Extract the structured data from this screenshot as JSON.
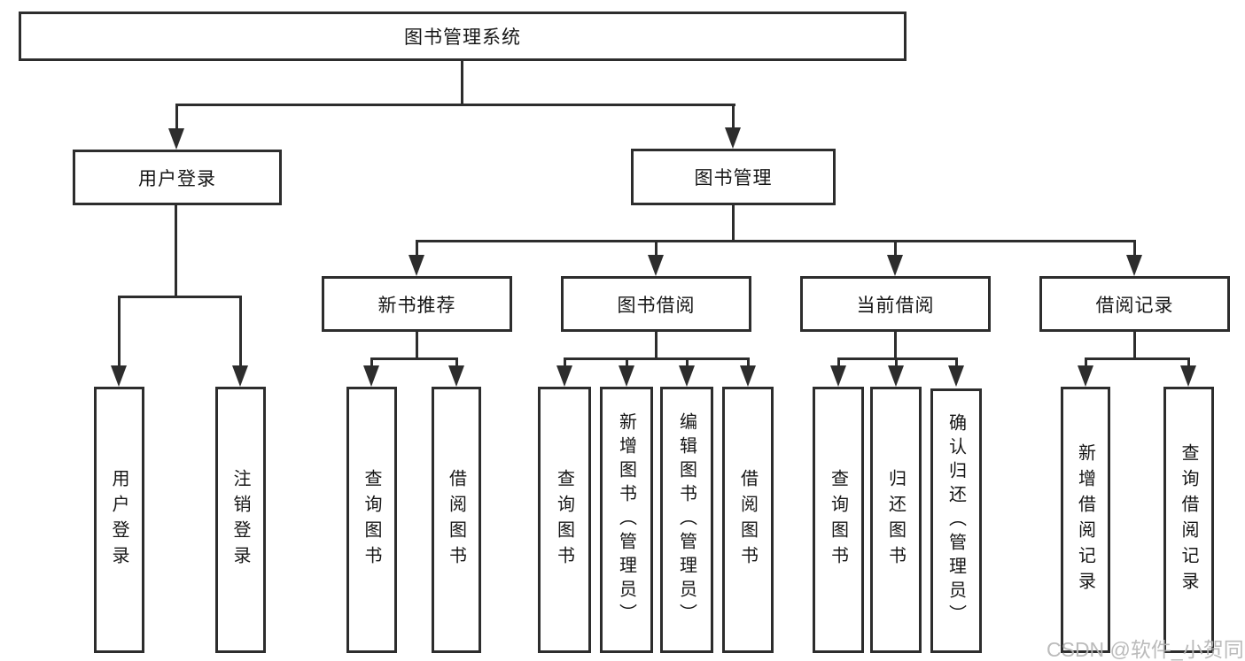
{
  "diagram": {
    "title": "图书管理系统",
    "nodes": {
      "root": {
        "label": "图书管理系统"
      },
      "user_login": {
        "label": "用户登录"
      },
      "book_mgmt": {
        "label": "图书管理"
      },
      "new_book_rec": {
        "label": "新书推荐"
      },
      "book_borrow": {
        "label": "图书借阅"
      },
      "current_borrow": {
        "label": "当前借阅"
      },
      "borrow_records": {
        "label": "借阅记录"
      },
      "leaf_user_login": {
        "label": "用户登录"
      },
      "leaf_logout": {
        "label": "注销登录"
      },
      "leaf_query_book_rec": {
        "label": "查询图书"
      },
      "leaf_borrow_book_rec": {
        "label": "借阅图书"
      },
      "leaf_query_book_borrow": {
        "label": "查询图书"
      },
      "leaf_add_book": {
        "label": "新增图书（管理员）"
      },
      "leaf_edit_book": {
        "label": "编辑图书（管理员）"
      },
      "leaf_borrow_book_borrow": {
        "label": "借阅图书"
      },
      "leaf_query_book_current": {
        "label": "查询图书"
      },
      "leaf_return_book": {
        "label": "归还图书"
      },
      "leaf_confirm_return": {
        "label": "确认归还（管理员）"
      },
      "leaf_add_borrow_record": {
        "label": "新增借阅记录"
      },
      "leaf_query_borrow_record": {
        "label": "查询借阅记录"
      }
    },
    "colors": {
      "line": "#2d2d2d",
      "box_border": "#2d2d2d",
      "text": "#161616",
      "background": "#ffffff",
      "watermark": "#b6b6b6"
    }
  },
  "watermark": {
    "text": "CSDN @软件_小贺同学"
  }
}
